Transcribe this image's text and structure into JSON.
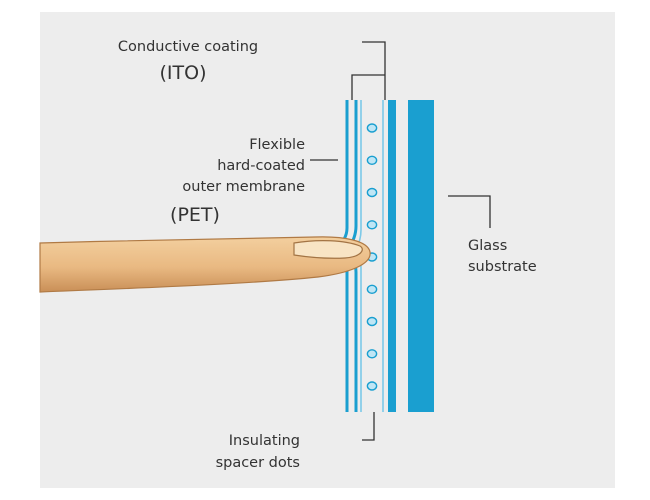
{
  "labels": {
    "conductive_coating": "Conductive coating",
    "ito": "(ITO)",
    "membrane_line1": "Flexible",
    "membrane_line2": "hard-coated",
    "membrane_line3": "outer membrane",
    "pet": "(PET)",
    "glass_line1": "Glass",
    "glass_line2": "substrate",
    "spacer_line1": "Insulating",
    "spacer_line2": "spacer dots"
  },
  "spacer_dot_count": 9,
  "colors": {
    "background": "#ededed",
    "panel_blue": "#1a9fd0",
    "dot_fill": "#bfe6f5",
    "finger": "#e9b982",
    "fingernail": "#f8e4c4",
    "leader_line": "#333333"
  }
}
